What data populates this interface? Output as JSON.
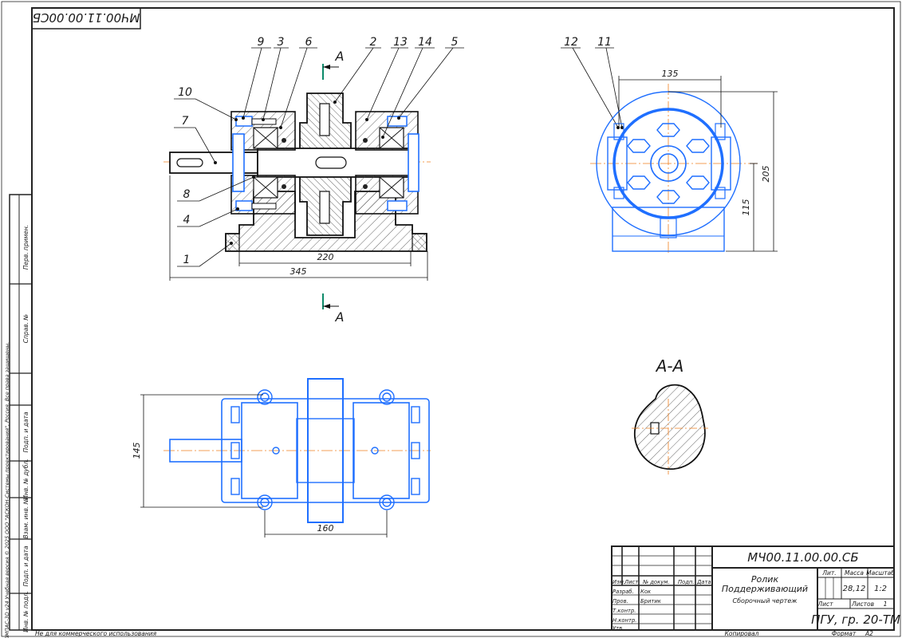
{
  "drawing_code": "МЧ00.11.00.00.СБ",
  "drawing_code_mirrored": "МЧ00.11.00.00СБ",
  "title_block": {
    "name_line1": "Ролик",
    "name_line2": "Поддерживающий",
    "doc_type": "Сборочный чертеж",
    "organization": "ПГУ, гр. 20-ТМ",
    "lit_label": "Лит.",
    "mass_label": "Масса",
    "scale_label": "Масштаб",
    "mass_value": "28,12",
    "scale_value": "1:2",
    "sheet_label": "Лист",
    "sheets_label": "Листов",
    "sheets_value": "1",
    "rows": {
      "izm": "Изм.",
      "list": "Лист",
      "doc_no": "№ докум.",
      "sign": "Подп.",
      "date": "Дата",
      "developer_role": "Разраб.",
      "developer_name": "Кок",
      "checker_role": "Пров.",
      "checker_name": "Бритик",
      "tcontrol_role": "Т.контр.",
      "ncontrol_role": "Н.контр.",
      "approved_role": "Утв."
    }
  },
  "footer": {
    "left_note": "Не для коммерческого использования",
    "copied": "Копировал",
    "format_label": "Формат",
    "format_value": "А2"
  },
  "left_strip": {
    "labels": [
      "Перв. примен.",
      "Справ. №",
      "Подп. и дата",
      "Инв. № дубл.",
      "Взам. инв. №",
      "Подп. и дата",
      "Инв. № подл."
    ],
    "kompas_note": "КОМПАС-3D v24 Учебная версия © 2025 ООО \"АСКОН-Системы проектирования\", Россия. Все права защищены."
  },
  "section_label": "А-А",
  "cut_label": "А",
  "dimensions": {
    "d135": "135",
    "d205": "205",
    "d115": "115",
    "d220": "220",
    "d345": "345",
    "d145": "145",
    "d160": "160"
  },
  "part_numbers": [
    "9",
    "3",
    "6",
    "2",
    "13",
    "14",
    "5",
    "10",
    "7",
    "8",
    "4",
    "1",
    "12",
    "11"
  ]
}
